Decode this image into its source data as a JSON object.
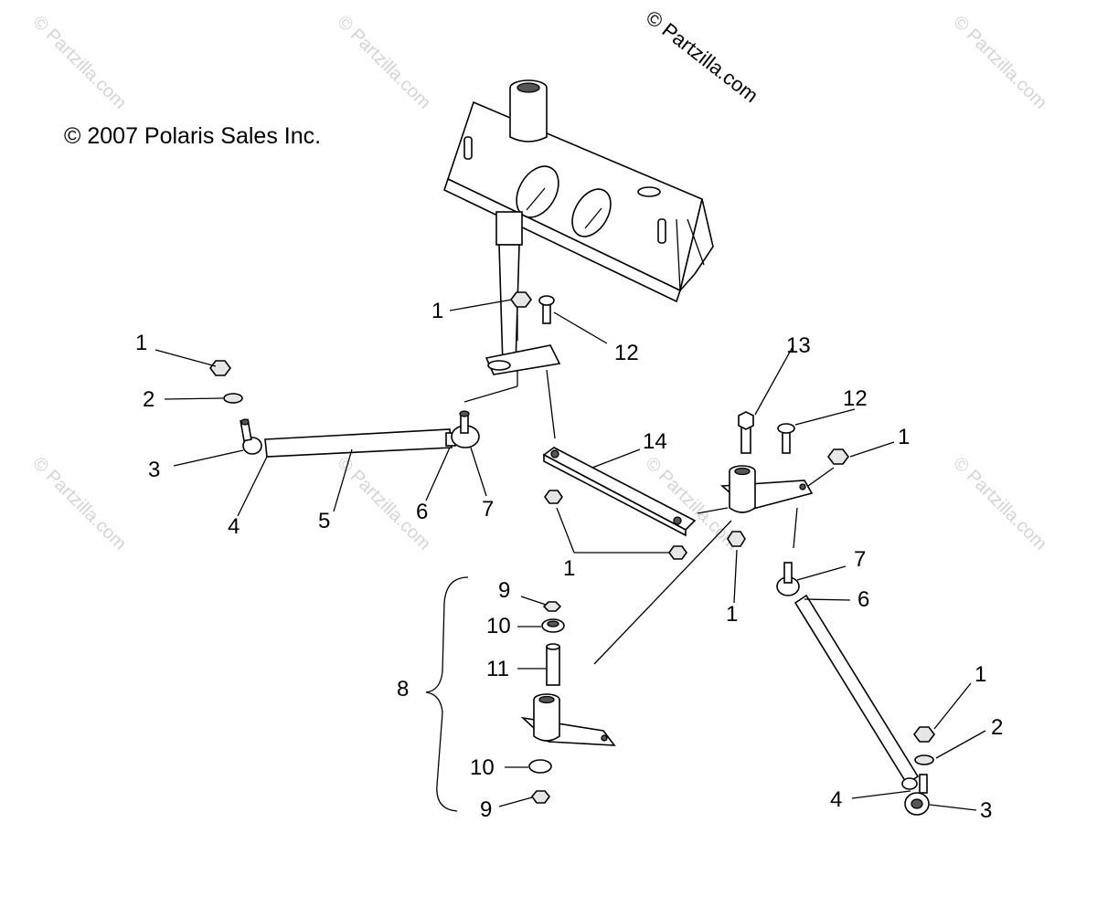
{
  "copyright": "© 2007 Polaris Sales Inc.",
  "watermark_main": "© Partzilla.com",
  "watermark_faint": "© Partzilla.com",
  "callouts": {
    "c1_a": "1",
    "c1_b": "1",
    "c1_c": "1",
    "c1_d": "1",
    "c1_e": "1",
    "c1_f": "1",
    "c2_a": "2",
    "c2_b": "2",
    "c3_a": "3",
    "c3_b": "3",
    "c4_a": "4",
    "c4_b": "4",
    "c5": "5",
    "c6_a": "6",
    "c6_b": "6",
    "c7_a": "7",
    "c7_b": "7",
    "c8": "8",
    "c9_a": "9",
    "c9_b": "9",
    "c10_a": "10",
    "c10_b": "10",
    "c11": "11",
    "c12_a": "12",
    "c12_b": "12",
    "c13": "13",
    "c14": "14"
  }
}
